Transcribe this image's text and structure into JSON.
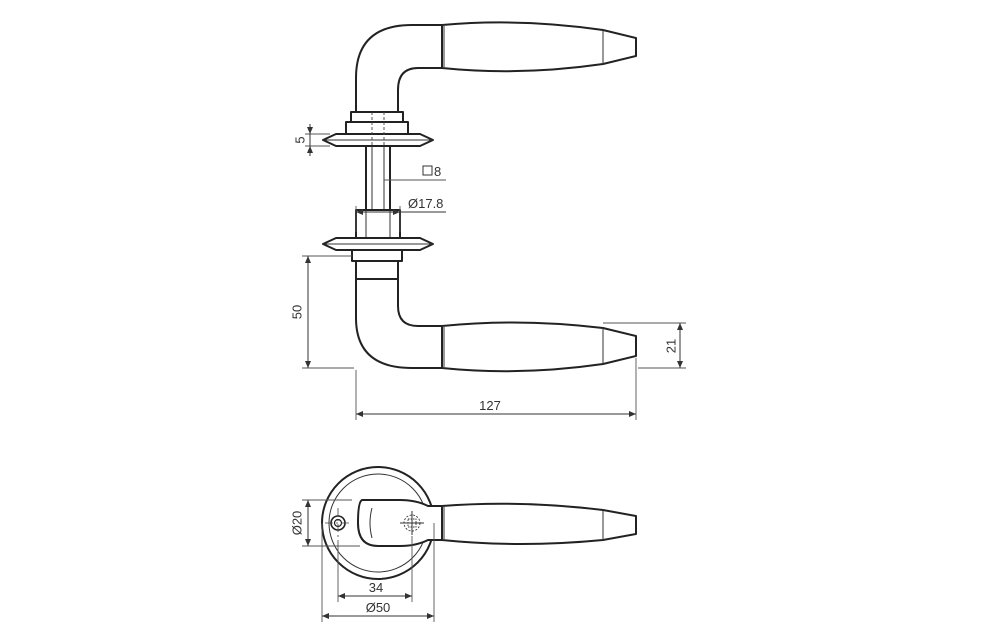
{
  "dimensions": {
    "rose_thickness": "5",
    "spindle_square": "8",
    "spindle_diameter": "Ø17.8",
    "lever_height": "50",
    "grip_height": "21",
    "lever_length": "127",
    "keyhole_diameter": "Ø20",
    "center_distance": "34",
    "rose_diameter": "Ø50"
  }
}
